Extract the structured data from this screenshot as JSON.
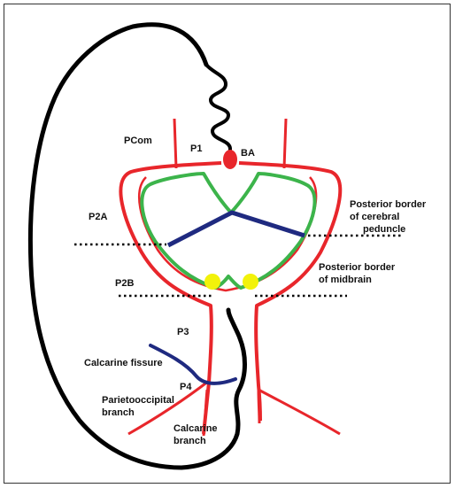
{
  "labels": {
    "pcom": "PCom",
    "p1": "P1",
    "ba": "BA",
    "p2a": "P2A",
    "posterior_cerebral_peduncle_line1": "Posterior border",
    "posterior_cerebral_peduncle_line2": "of cerebral",
    "posterior_cerebral_peduncle_line3": "peduncle",
    "p2b": "P2B",
    "posterior_midbrain_line1": "Posterior border",
    "posterior_midbrain_line2": "of midbrain",
    "p3": "P3",
    "calcarine_fissure": "Calcarine fissure",
    "p4": "P4",
    "parietooccipital_line1": "Parietooccipital",
    "parietooccipital_line2": "branch",
    "calcarine_branch_line1": "Calcarine",
    "calcarine_branch_line2": "branch"
  },
  "colors": {
    "artery": "#e8262b",
    "brainstem_outline": "#3cb44b",
    "peduncle_line": "#1f2a80",
    "hemisphere_outline": "#000000",
    "dot_marker": "#f2f20a",
    "basilar_dot": "#e8262b"
  }
}
